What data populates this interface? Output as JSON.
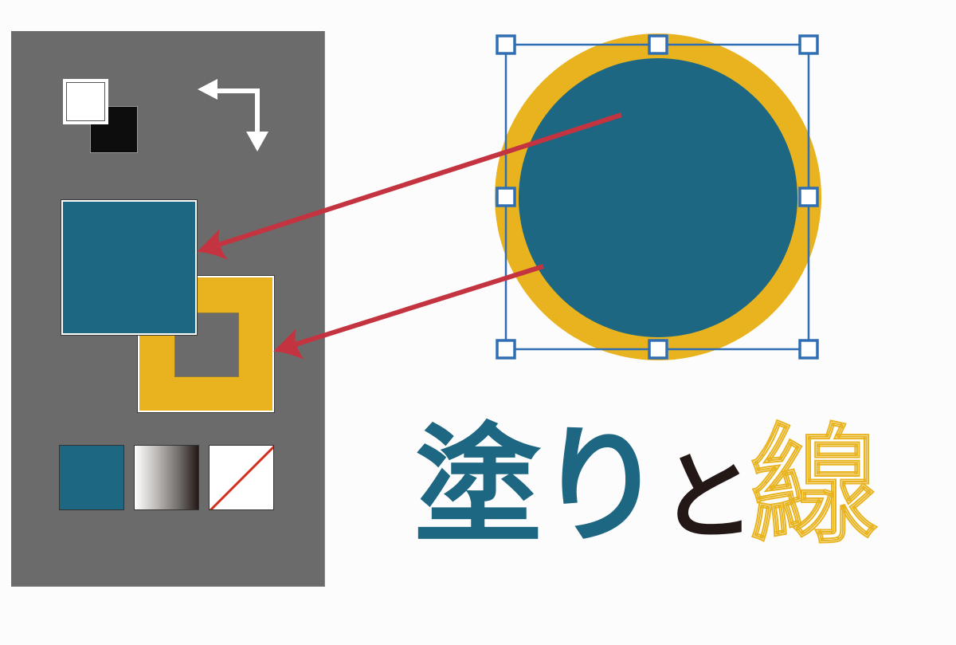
{
  "colors": {
    "panel_bg": "#6b6b6b",
    "page_bg": "#fcfcfc",
    "fill_color": "#1d6783",
    "stroke_color": "#e8b31e",
    "arrow_color": "#c43440",
    "selection_color": "#2f6eb3",
    "text_dark": "#231815"
  },
  "toolbox": {
    "default_colors_icon": "default-fill-stroke-icon",
    "swap_icon": "swap-fill-stroke-icon",
    "fill_swatch": {
      "label": "fill",
      "color": "#1d6783"
    },
    "stroke_swatch": {
      "label": "stroke",
      "color": "#e8b31e"
    },
    "mode_buttons": [
      {
        "name": "color",
        "color": "#1d6783"
      },
      {
        "name": "gradient"
      },
      {
        "name": "none"
      }
    ]
  },
  "canvas": {
    "object": {
      "shape": "circle",
      "fill": "#1d6783",
      "stroke": "#e8b31e"
    },
    "selection_handles": 8
  },
  "caption": {
    "part1": "塗り",
    "part2": "と",
    "part3": "線"
  }
}
